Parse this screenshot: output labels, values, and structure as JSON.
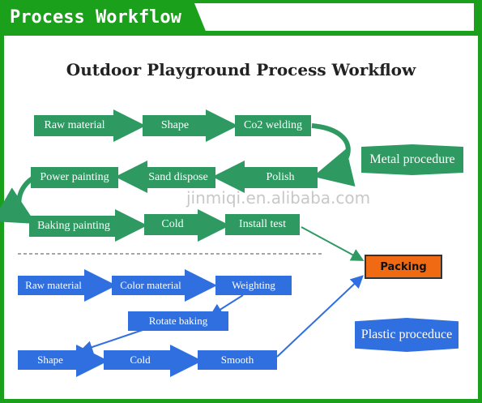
{
  "header": {
    "title": "Process Workflow"
  },
  "diagram": {
    "title": "Outdoor Playground  Process Workflow",
    "watermark": "jinmiqi.en.alibaba.com"
  },
  "metal": {
    "label": "Metal  procedure",
    "steps": [
      "Raw material",
      "Shape",
      "Co2 welding",
      "Polish",
      "Sand dispose",
      "Power painting",
      "Baking painting",
      "Cold",
      "Install test"
    ]
  },
  "plastic": {
    "label": "Plastic proceduce",
    "steps": [
      "Raw material",
      "Color material",
      "Weighting",
      "Rotate baking",
      "Shape",
      "Cold",
      "Smooth"
    ]
  },
  "final": {
    "label": "Packing"
  },
  "colors": {
    "header": "#1aa01a",
    "metal": "#2e9a62",
    "plastic": "#2f6fe0",
    "packing": "#f06a14"
  }
}
